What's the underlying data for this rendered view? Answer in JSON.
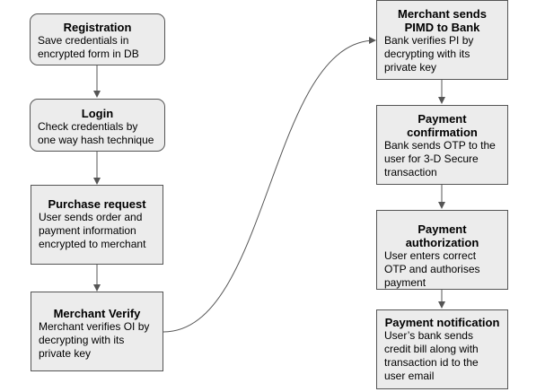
{
  "diagram": {
    "left_column": [
      {
        "title": "Registration",
        "desc": "Save credentials in encrypted form in DB"
      },
      {
        "title": "Login",
        "desc": "Check credentials by one way hash technique"
      },
      {
        "title": "Purchase request",
        "desc": "User sends order and payment information encrypted to merchant"
      },
      {
        "title": "Merchant Verify",
        "desc": "Merchant verifies OI by decrypting with its private key"
      }
    ],
    "right_column": [
      {
        "title": "Merchant sends PIMD to Bank",
        "desc": "Bank verifies PI by decrypting with its private key"
      },
      {
        "title": "Payment confirmation",
        "desc": "Bank sends OTP to the user for 3-D Secure transaction"
      },
      {
        "title": "Payment authorization",
        "desc": "User enters correct OTP and authorises payment"
      },
      {
        "title": "Payment notification",
        "desc": "User’s bank sends credit bill along with transaction id to the user email"
      }
    ]
  }
}
